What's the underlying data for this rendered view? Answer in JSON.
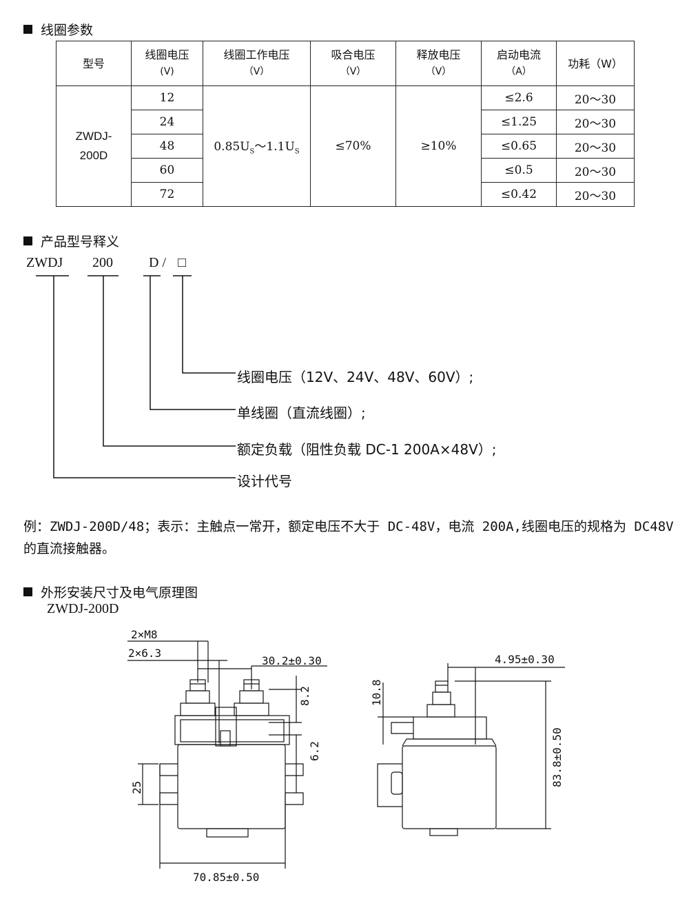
{
  "sections": {
    "coil_params": "线圈参数",
    "model_meaning": "产品型号释义",
    "dimensions": "外形安装尺寸及电气原理图"
  },
  "table": {
    "headers": [
      {
        "label": "型号",
        "unit": ""
      },
      {
        "label": "线圈电压",
        "unit": "(V)"
      },
      {
        "label": "线圈工作电压",
        "unit": "（V）"
      },
      {
        "label": "吸合电压",
        "unit": "（V）"
      },
      {
        "label": "释放电压",
        "unit": "（V）"
      },
      {
        "label": "启动电流",
        "unit": "（A）"
      },
      {
        "label": "功耗（W）",
        "unit": ""
      }
    ],
    "model_line1": "ZWDJ-",
    "model_line2": "200D",
    "working_voltage": "0.85U",
    "working_voltage_sub1": "S",
    "working_voltage_mid": "～1.1U",
    "working_voltage_sub2": "S",
    "pull_in": "≤70%",
    "release": "≥10%",
    "rows": [
      {
        "voltage": "12",
        "current": "≤2.6",
        "power": "20～30"
      },
      {
        "voltage": "24",
        "current": "≤1.25",
        "power": "20～30"
      },
      {
        "voltage": "48",
        "current": "≤0.65",
        "power": "20～30"
      },
      {
        "voltage": "60",
        "current": "≤0.5",
        "power": "20～30"
      },
      {
        "voltage": "72",
        "current": "≤0.42",
        "power": "20～30"
      }
    ]
  },
  "model_code": {
    "part1": "ZWDJ",
    "part2": "200",
    "part3": "D /",
    "part4": "□"
  },
  "legend": {
    "item1": "线圈电压（12V、24V、48V、60V）;",
    "item2": "单线圈（直流线圈）;",
    "item3": "额定负载（阻性负载  DC-1 200A×48V）;",
    "item4": "设计代号"
  },
  "example": "例：ZWDJ-200D/48；表示：主触点一常开，额定电压不大于 DC-48V，电流 200A,线圈电压的规格为 DC48V 的直流接触器。",
  "drawing_title": "ZWDJ-200D",
  "dims": {
    "thread": "2×M8",
    "terminal": "2×6.3",
    "spacing": "30.2±0.30",
    "h1": "8.2",
    "h2": "6.2",
    "w25": "25",
    "width": "70.85±0.50",
    "side_h": "10.8",
    "offset": "4.95±0.30",
    "height": "83.8±0.50"
  }
}
